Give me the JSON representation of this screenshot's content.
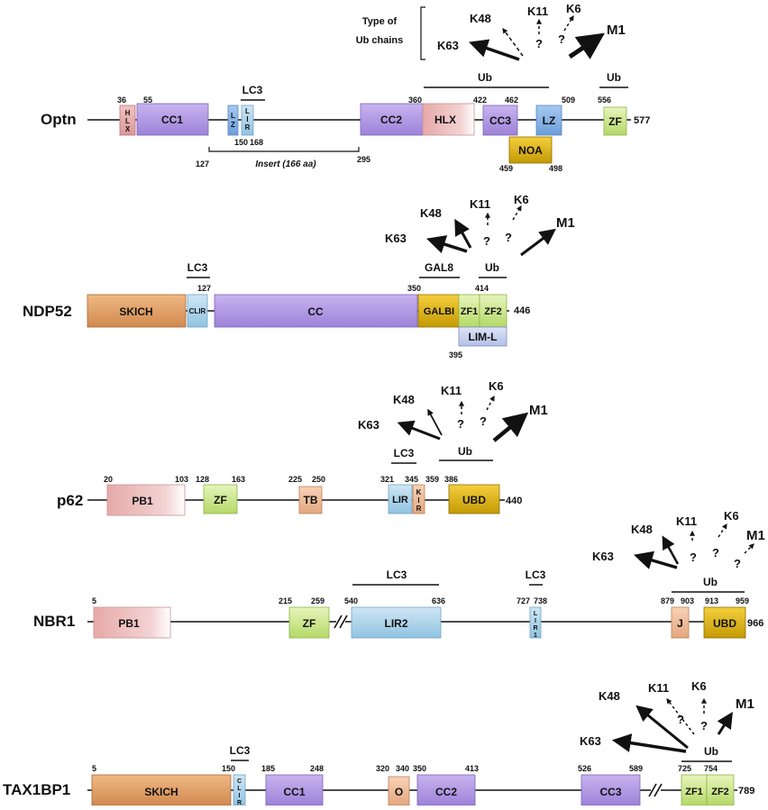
{
  "legend": {
    "type_of_ub_chains_line1": "Type of",
    "type_of_ub_chains_line2": "Ub chains"
  },
  "optn": {
    "name": "Optn",
    "end": "577",
    "insert_label": "Insert (166 aa)",
    "nums": {
      "n36": "36",
      "n55": "55",
      "n150": "150",
      "n168": "168",
      "n127": "127",
      "n295": "295",
      "n360": "360",
      "n422": "422",
      "n462": "462",
      "n509": "509",
      "n556": "556",
      "n459": "459",
      "n498": "498"
    },
    "domains": {
      "hlx_small": "HLX",
      "cc1": "CC1",
      "lz_small": "LZ",
      "lir": "LIR",
      "cc2": "CC2",
      "hlx": "HLX",
      "cc3": "CC3",
      "lz": "LZ",
      "zf": "ZF",
      "noa": "NOA"
    },
    "labels": {
      "lc3": "LC3",
      "ub_main": "Ub",
      "ub_zf": "Ub"
    },
    "chains": {
      "k63": "K63",
      "k48": "K48",
      "k11": "K11",
      "k6": "K6",
      "m1": "M1",
      "q1": "?",
      "q2": "?"
    }
  },
  "ndp52": {
    "name": "NDP52",
    "end": "446",
    "nums": {
      "n127": "127",
      "n350": "350",
      "n414": "414",
      "n395": "395"
    },
    "domains": {
      "skich": "SKICH",
      "clir": "CLIR",
      "cc": "CC",
      "galbi": "GALBI",
      "zf1": "ZF1",
      "zf2": "ZF2",
      "liml": "LIM-L"
    },
    "labels": {
      "lc3": "LC3",
      "gal8": "GAL8",
      "ub": "Ub"
    },
    "chains": {
      "k63": "K63",
      "k48": "K48",
      "k11": "K11",
      "k6": "K6",
      "m1": "M1",
      "q1": "?",
      "q2": "?"
    }
  },
  "p62": {
    "name": "p62",
    "end": "440",
    "nums": {
      "n20": "20",
      "n103": "103",
      "n128": "128",
      "n163": "163",
      "n225": "225",
      "n250": "250",
      "n321": "321",
      "n345": "345",
      "n359": "359",
      "n386": "386"
    },
    "domains": {
      "pb1": "PB1",
      "zf": "ZF",
      "tb": "TB",
      "lir": "LIR",
      "kir": "KIR",
      "ubd": "UBD"
    },
    "labels": {
      "lc3": "LC3",
      "ub": "Ub"
    },
    "chains": {
      "k63": "K63",
      "k48": "K48",
      "k11": "K11",
      "k6": "K6",
      "m1": "M1",
      "q1": "?",
      "q2": "?"
    }
  },
  "nbr1": {
    "name": "NBR1",
    "end": "966",
    "nums": {
      "n5": "5",
      "n215": "215",
      "n259": "259",
      "n540": "540",
      "n636": "636",
      "n727": "727",
      "n738": "738",
      "n879": "879",
      "n903": "903",
      "n913": "913",
      "n959": "959"
    },
    "domains": {
      "pb1": "PB1",
      "zf": "ZF",
      "lir2": "LIR2",
      "lir1": "LIR1",
      "j": "J",
      "ubd": "UBD"
    },
    "labels": {
      "lc3_lir2": "LC3",
      "lc3_lir1": "LC3",
      "ub": "Ub"
    },
    "chains": {
      "k63": "K63",
      "k48": "K48",
      "k11": "K11",
      "k6": "K6",
      "m1": "M1",
      "q1": "?",
      "q2": "?",
      "q3": "?"
    }
  },
  "tax1bp1": {
    "name": "TAX1BP1",
    "end": "789",
    "nums": {
      "n5": "5",
      "n150": "150",
      "n185": "185",
      "n248": "248",
      "n320": "320",
      "n340": "340",
      "n350": "350",
      "n413": "413",
      "n526": "526",
      "n589": "589",
      "n725": "725",
      "n754": "754"
    },
    "domains": {
      "skich": "SKICH",
      "clir": "CLIR",
      "cc1": "CC1",
      "o": "O",
      "cc2": "CC2",
      "cc3": "CC3",
      "zf1": "ZF1",
      "zf2": "ZF2"
    },
    "labels": {
      "lc3": "LC3",
      "ub": "Ub"
    },
    "chains": {
      "k63": "K63",
      "k48": "K48",
      "k11": "K11",
      "k6": "K6",
      "m1": "M1",
      "q1": "?",
      "q2": "?"
    }
  }
}
